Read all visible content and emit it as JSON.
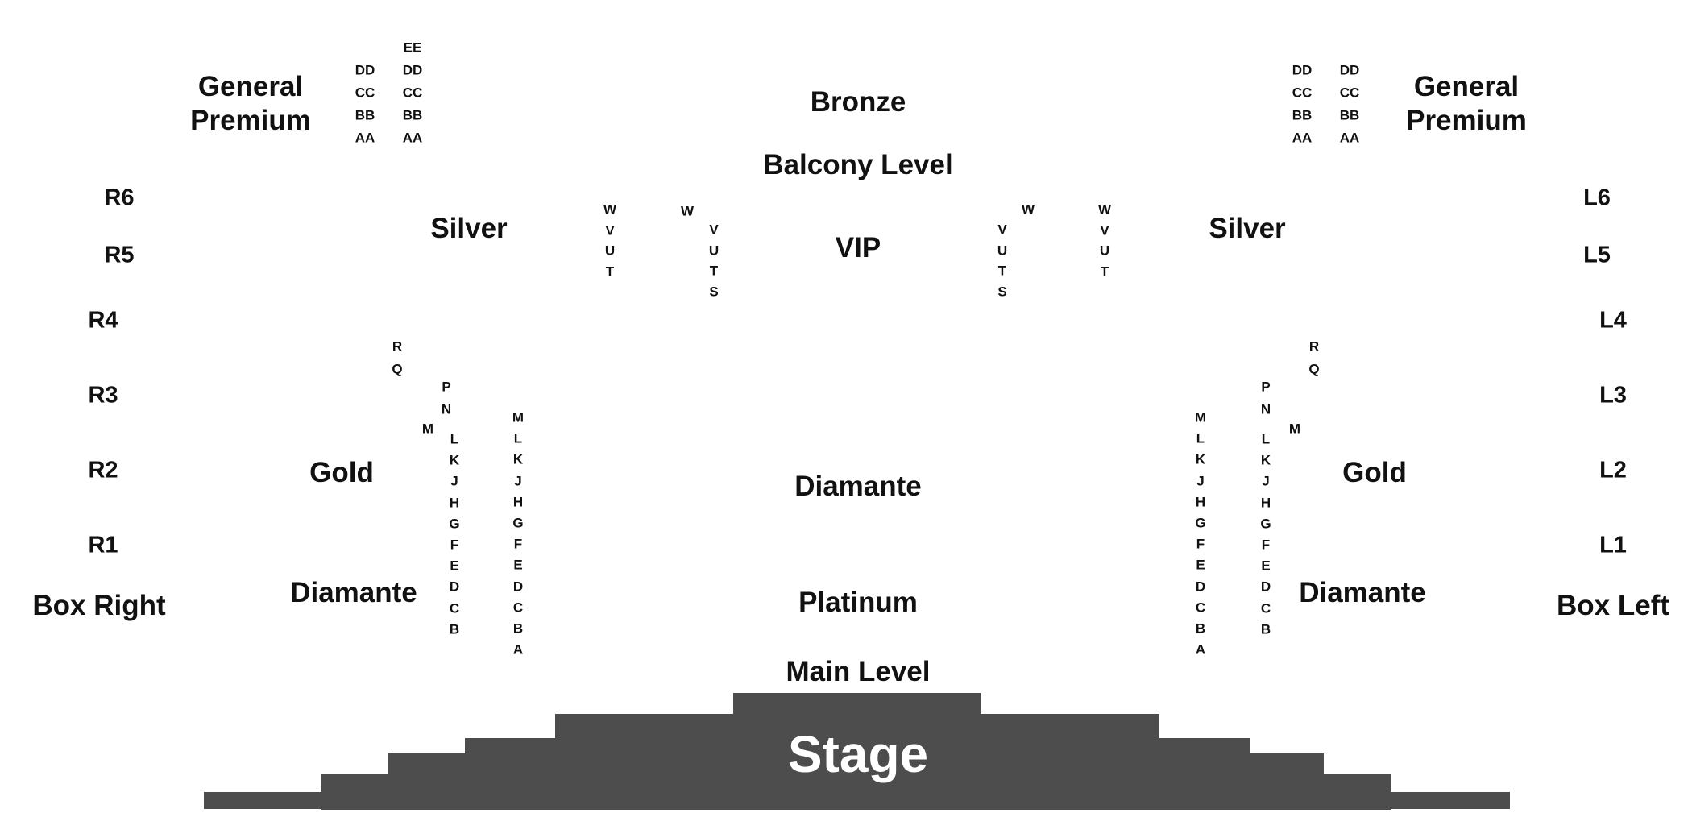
{
  "colors": {
    "stage": "#4d4d4d",
    "stage_text": "#ffffff",
    "text": "#111111"
  },
  "stage": {
    "label": "Stage"
  },
  "levels": {
    "main": "Main Level",
    "balcony": "Balcony Level"
  },
  "sections": {
    "bronze": "Bronze",
    "vip": "VIP",
    "diamante_center": "Diamante",
    "platinum": "Platinum",
    "silver_left": "Silver",
    "silver_right": "Silver",
    "gold_left": "Gold",
    "gold_right": "Gold",
    "diamante_left": "Diamante",
    "diamante_right": "Diamante",
    "general_premium_left": "General\nPremium",
    "general_premium_right": "General\nPremium"
  },
  "boxes": {
    "right": [
      "R6",
      "R5",
      "R4",
      "R3",
      "R2",
      "R1"
    ],
    "right_label": "Box Right",
    "left": [
      "L6",
      "L5",
      "L4",
      "L3",
      "L2",
      "L1"
    ],
    "left_label": "Box Left"
  },
  "row_columns": [
    {
      "id": "gp-left-outer",
      "rows": [
        "DD",
        "CC",
        "BB",
        "AA"
      ]
    },
    {
      "id": "gp-left-inner",
      "rows": [
        "EE",
        "DD",
        "CC",
        "BB",
        "AA"
      ]
    },
    {
      "id": "gp-right-inner",
      "rows": [
        "DD",
        "CC",
        "BB",
        "AA"
      ]
    },
    {
      "id": "gp-right-outer",
      "rows": [
        "DD",
        "CC",
        "BB",
        "AA"
      ]
    },
    {
      "id": "silver-left-outer",
      "rows": [
        "W",
        "V",
        "U",
        "T"
      ]
    },
    {
      "id": "silver-left-w",
      "rows": [
        "W"
      ]
    },
    {
      "id": "silver-left-inner",
      "rows": [
        "V",
        "U",
        "T",
        "S"
      ]
    },
    {
      "id": "silver-right-inner",
      "rows": [
        "V",
        "U",
        "T",
        "S"
      ]
    },
    {
      "id": "silver-right-w",
      "rows": [
        "W"
      ]
    },
    {
      "id": "silver-right-outer",
      "rows": [
        "W",
        "V",
        "U",
        "T"
      ]
    },
    {
      "id": "gold-left-rq",
      "rows": [
        "R",
        "Q"
      ]
    },
    {
      "id": "gold-left-pn",
      "rows": [
        "P",
        "N"
      ]
    },
    {
      "id": "gold-left-m",
      "rows": [
        "M"
      ]
    },
    {
      "id": "main-left-outer",
      "rows": [
        "L",
        "K",
        "J",
        "H",
        "G",
        "F",
        "E",
        "D",
        "C",
        "B"
      ]
    },
    {
      "id": "main-left-inner",
      "rows": [
        "M",
        "L",
        "K",
        "J",
        "H",
        "G",
        "F",
        "E",
        "D",
        "C",
        "B",
        "A"
      ]
    },
    {
      "id": "main-right-inner",
      "rows": [
        "M",
        "L",
        "K",
        "J",
        "H",
        "G",
        "F",
        "E",
        "D",
        "C",
        "B",
        "A"
      ]
    },
    {
      "id": "gold-right-pn",
      "rows": [
        "P",
        "N"
      ]
    },
    {
      "id": "main-right-outer",
      "rows": [
        "L",
        "K",
        "J",
        "H",
        "G",
        "F",
        "E",
        "D",
        "C",
        "B"
      ]
    },
    {
      "id": "gold-right-m",
      "rows": [
        "M"
      ]
    },
    {
      "id": "gold-right-rq",
      "rows": [
        "R",
        "Q"
      ]
    }
  ]
}
